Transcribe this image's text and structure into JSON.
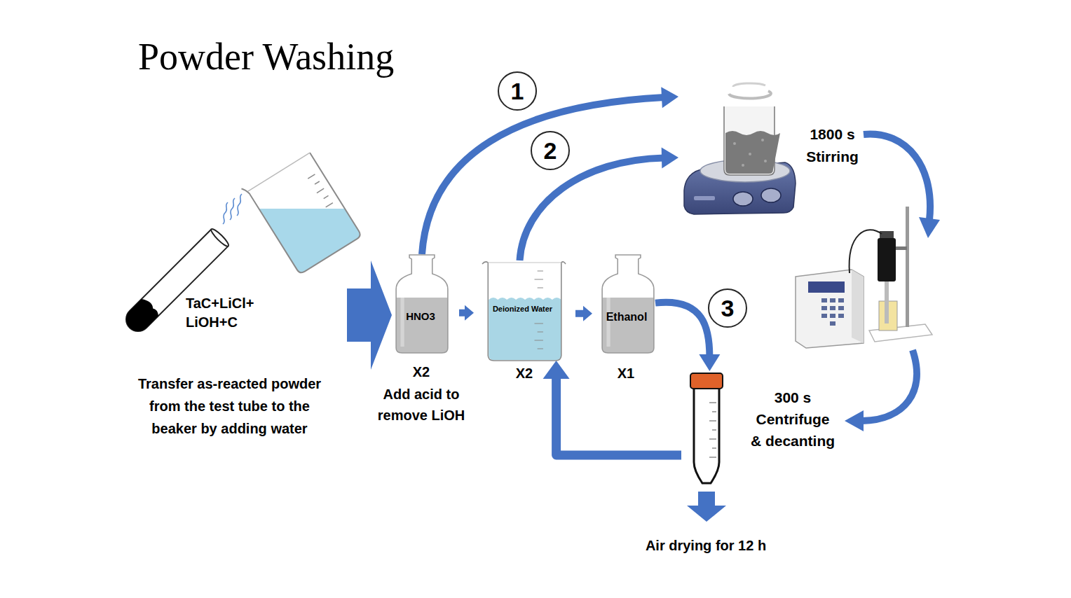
{
  "diagram": {
    "title": "Powder Washing",
    "nodes": [
      {
        "text": [
          "TaC+LiCl+ LiOH+C"
        ]
      },
      {
        "text": [
          "HNO3"
        ]
      },
      {
        "text": [
          "Deionized Water"
        ]
      },
      {
        "text": [
          "Ethanol"
        ]
      },
      {
        "text": [
          "1800 s Stirring"
        ]
      },
      {
        "text": [
          "300 s Centrifuge & decanting"
        ]
      }
    ],
    "edges": [
      {
        "from": 0,
        "to": 1,
        "arrow": "to"
      },
      {
        "from": 1,
        "to": 2,
        "arrow": "to"
      },
      {
        "from": 2,
        "to": 3,
        "arrow": "to"
      },
      {
        "from": 1,
        "to": 4,
        "arrow": "to"
      },
      {
        "from": 2,
        "to": 4,
        "arrow": "to"
      },
      {
        "from": 3,
        "to": 5,
        "arrow": "to"
      },
      {
        "from": 5,
        "to": 2,
        "arrow": "to"
      }
    ],
    "labels": [
      "Transfer as-reacted powder from the test tube to the beaker by adding water",
      "X2",
      "Add acid to remove LiOH",
      "X2",
      "X1",
      "1",
      "2",
      "3",
      "Air drying for 12 h"
    ]
  }
}
